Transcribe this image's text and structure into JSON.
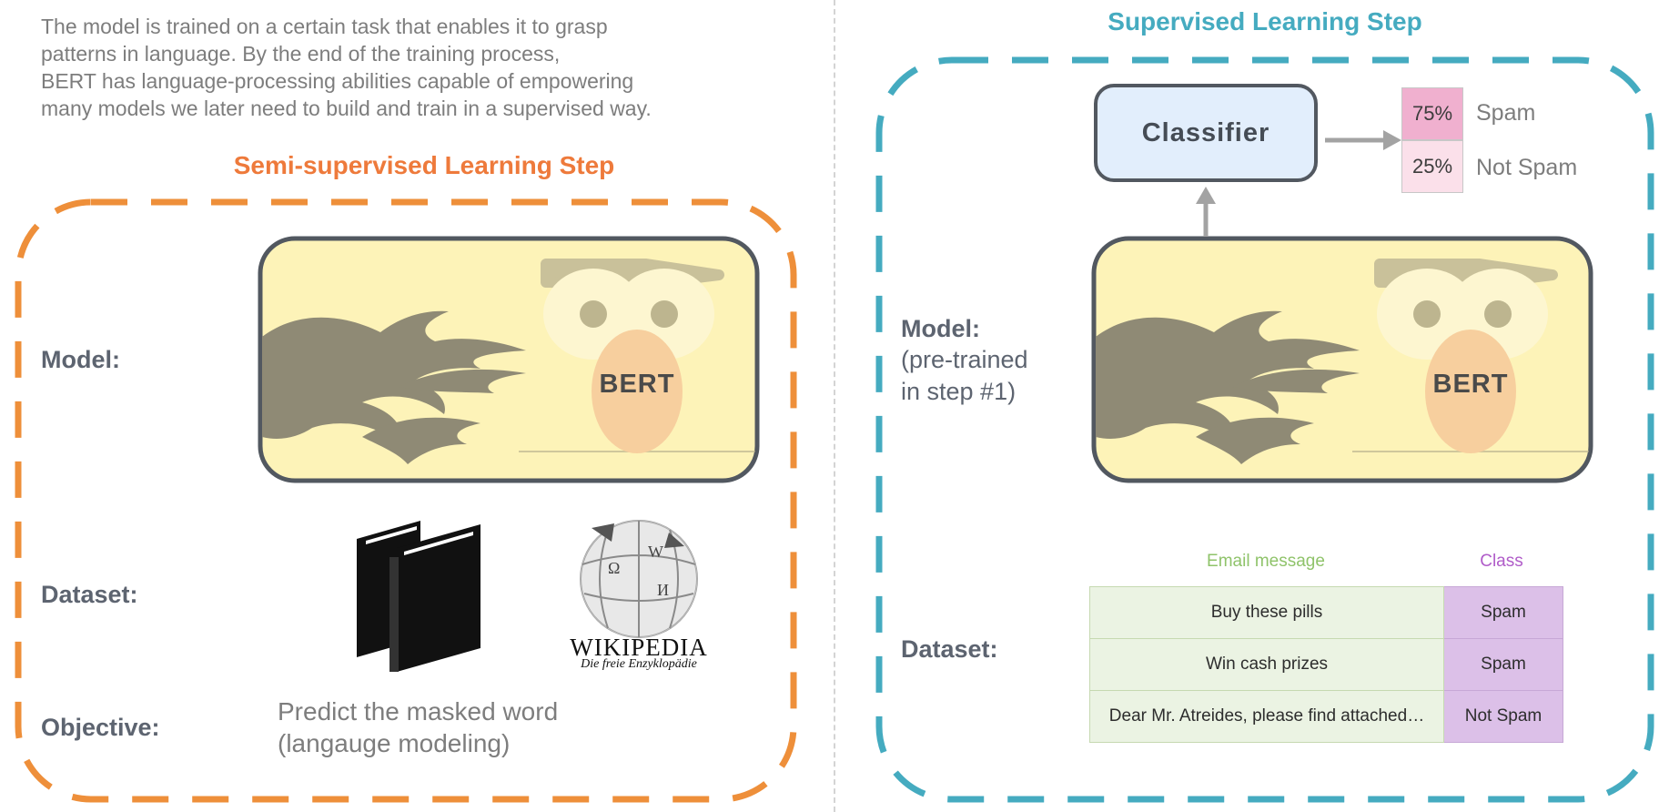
{
  "intro_lines": [
    "The model is trained on a certain task that enables it to grasp",
    "patterns in language. By the end of the training process,",
    "BERT has language-processing abilities capable of empowering",
    "many models we later need to build and train in a supervised way."
  ],
  "left": {
    "title": "Semi-supervised Learning Step",
    "model_label": "Model:",
    "dataset_label": "Dataset:",
    "objective_label": "Objective:",
    "objective_lines": [
      "Predict the masked word",
      "(langauge modeling)"
    ],
    "bert_text": "BERT",
    "wiki_name": "WIKIPEDIA",
    "wiki_tagline": "Die freie Enzyklopädie"
  },
  "right": {
    "title": "Supervised Learning Step",
    "model_label": "Model:",
    "model_sub_lines": [
      "(pre-trained",
      "in step #1)"
    ],
    "dataset_label": "Dataset:",
    "bert_text": "BERT",
    "classifier_label": "Classifier",
    "outputs": [
      {
        "percent": "75%",
        "label": "Spam",
        "color": "#f0b0cf"
      },
      {
        "percent": "25%",
        "label": "Not Spam",
        "color": "#fbe0ea"
      }
    ],
    "table": {
      "header_message": "Email message",
      "header_class": "Class",
      "header_message_color": "#8fc36a",
      "header_class_color": "#b05cc9",
      "rows": [
        {
          "message": "Buy these pills",
          "class": "Spam"
        },
        {
          "message": "Win cash prizes",
          "class": "Spam"
        },
        {
          "message": "Dear Mr. Atreides, please find attached…",
          "class": "Not Spam"
        }
      ]
    }
  },
  "colors": {
    "left_accent": "#ee8f3a",
    "right_accent": "#45abc0",
    "bert_body": "#fdf3b8",
    "bert_border": "#525860",
    "bert_nose": "#f7cf9e"
  }
}
